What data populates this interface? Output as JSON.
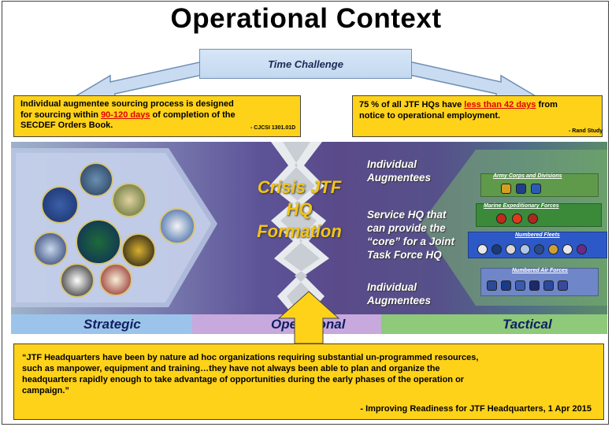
{
  "slide": {
    "title": "Operational Context",
    "time_challenge": "Time Challenge",
    "left_box": {
      "line1": "Individual augmentee sourcing process is designed",
      "line2_prefix": "for sourcing within ",
      "line2_highlight": "90-120 days",
      "line2_suffix": " of completion of the",
      "line3": "SECDEF Orders Book.",
      "citation": "- CJCSI 1301.01D"
    },
    "right_box": {
      "line1_prefix": "75 % of all JTF HQs have ",
      "line1_highlight": "less than 42 days",
      "line1_suffix": " from",
      "line2": "notice to operational employment.",
      "citation": "- Rand Study"
    },
    "center": {
      "crisis_line1": "Crisis JTF",
      "crisis_line2": "HQ",
      "crisis_line3": "Formation",
      "aug_top_1": "Individual",
      "aug_top_2": "Augmentees",
      "svc_1": "Service HQ that",
      "svc_2": "can provide the",
      "svc_3": "“core” for a Joint",
      "svc_4": "Task Force HQ",
      "aug_bot_1": "Individual",
      "aug_bot_2": "Augmentees"
    },
    "strips": {
      "army": "Army Corps and Divisions",
      "marine": "Marine Expeditionary Forces",
      "fleets": "Numbered Fleets",
      "air": "Numbered Air Forces"
    },
    "levels": {
      "strategic": "Strategic",
      "operational": "Operational",
      "tactical": "Tactical"
    },
    "quote": {
      "line1": "“JTF Headquarters have been by nature ad hoc organizations requiring substantial un-programmed resources,",
      "line2": "such as manpower, equipment and training…they have not always  been able to plan and organize the",
      "line3": "headquarters rapidly enough to take advantage of opportunities during the early  phases of the operation or",
      "line4": "campaign.”",
      "source": "- Improving Readiness  for JTF Headquarters, 1 Apr 2015"
    },
    "colors": {
      "yellow": "#ffd21a",
      "highlight_red": "#e00000",
      "crisis_gold": "#f2c418",
      "label_navy": "#102060"
    }
  }
}
